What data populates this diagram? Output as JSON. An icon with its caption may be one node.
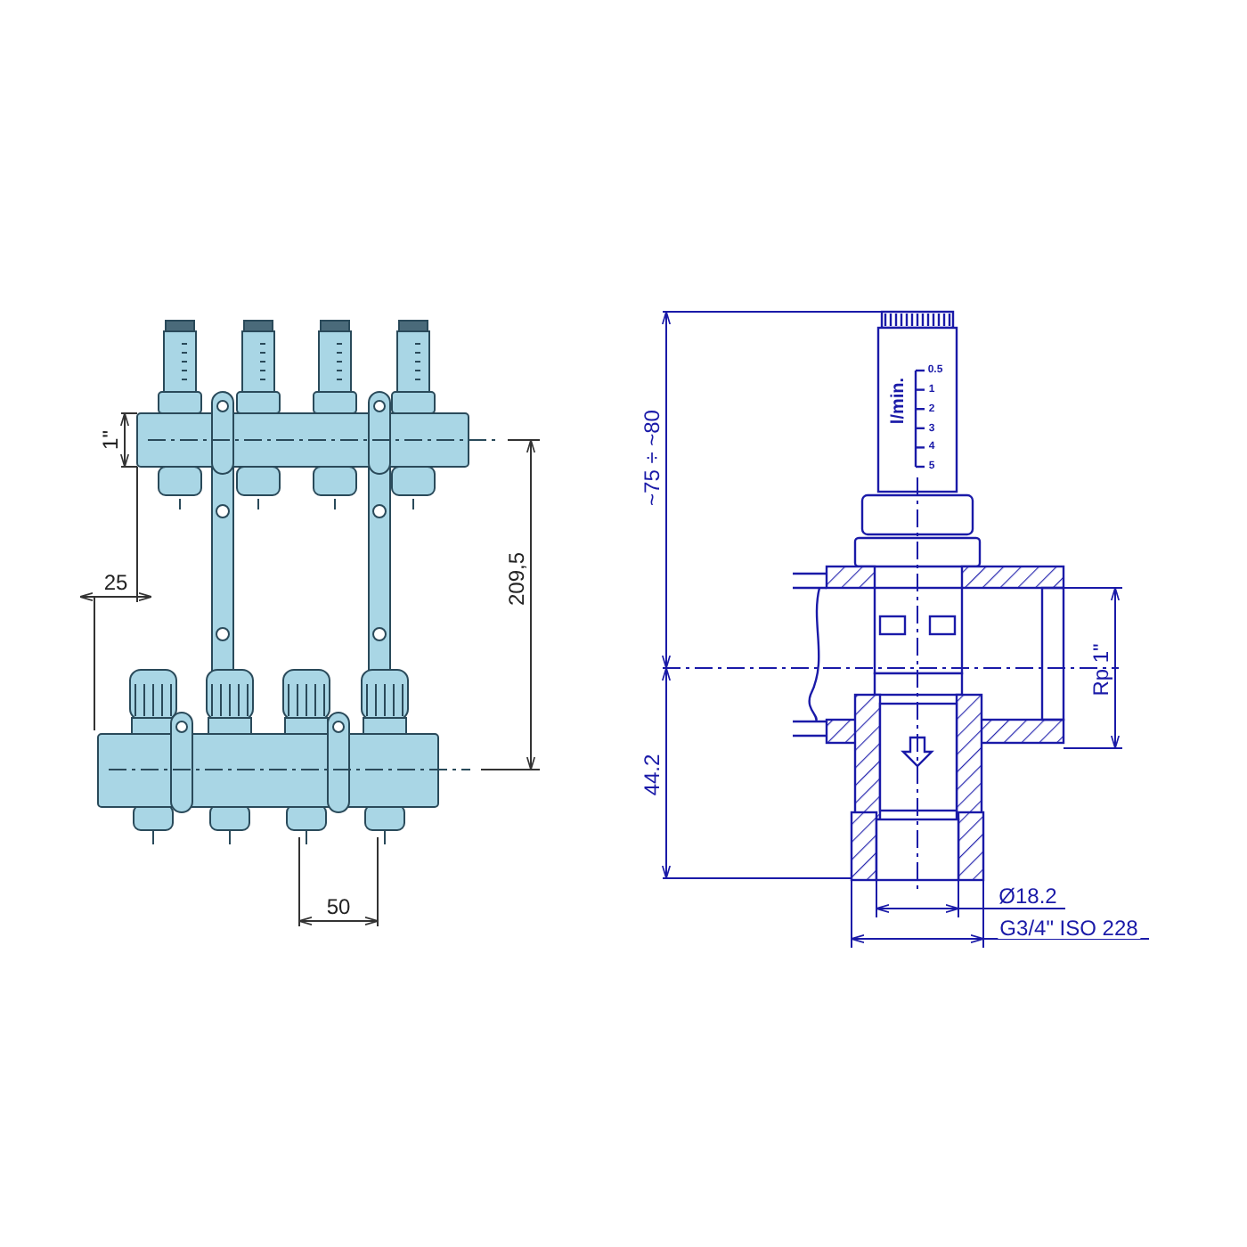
{
  "diagram": {
    "labels": [
      "1\"",
      "25",
      "209,5",
      "50",
      "l/min.",
      "0.5",
      "1",
      "2",
      "3",
      "4",
      "5",
      "~75 ÷ ~80",
      "Rp 1\"",
      "44.2",
      "Ø18.2",
      "G3/4\" ISO 228"
    ]
  }
}
